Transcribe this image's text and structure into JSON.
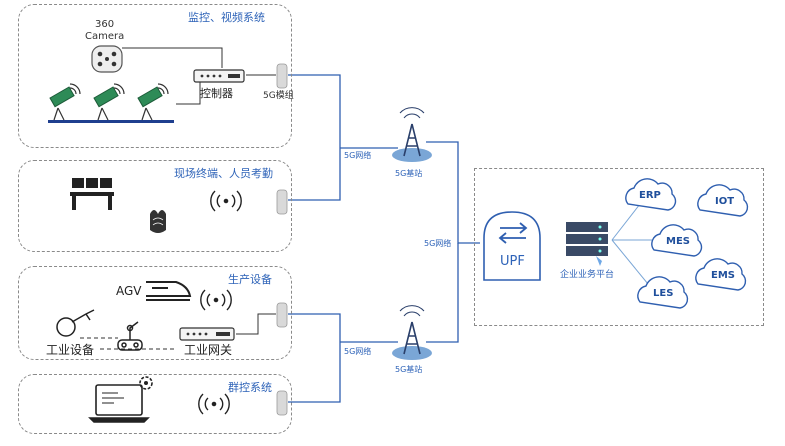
{
  "groups": {
    "monitor": {
      "title": "监控、视频系统"
    },
    "terminal": {
      "title": "现场终端、人员考勤"
    },
    "production": {
      "title": "生产设备"
    },
    "cluster": {
      "title": "群控系统"
    }
  },
  "devices": {
    "camera360_line1": "360",
    "camera360_line2": "Camera",
    "controller": "控制器",
    "module5g": "5G模组",
    "agv": "AGV",
    "industrial_equipment": "工业设备",
    "industrial_gateway": "工业网关"
  },
  "network": {
    "net_top": "5G网络",
    "net_mid": "5G网络",
    "net_bottom": "5G网络",
    "station_top": "5G基站",
    "station_bottom": "5G基站"
  },
  "platform": {
    "upf": "UPF",
    "enterprise": "企业业务平台",
    "clouds": [
      "ERP",
      "IOT",
      "MES",
      "EMS",
      "LES"
    ]
  },
  "colors": {
    "accent_blue": "#2e63b8",
    "line_blue": "#2f5fb0",
    "tower_blue": "#7aa6d6",
    "green_camera": "#2e8b57"
  }
}
